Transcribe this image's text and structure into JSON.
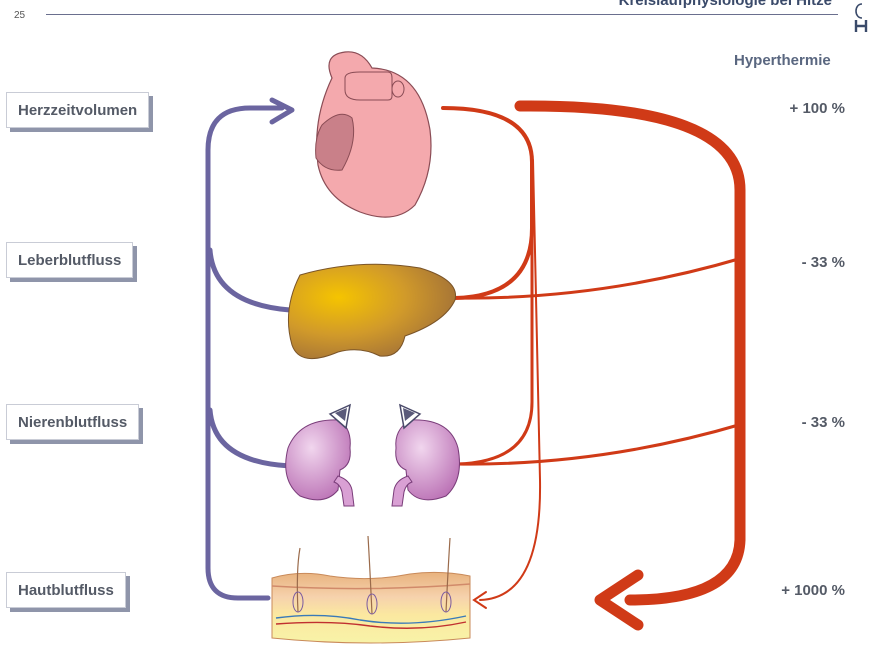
{
  "header": {
    "slide_number": "25",
    "title": "Kreislaufphysiologie bei Hitze"
  },
  "column_header": "Hyperthermie",
  "rows": [
    {
      "label": "Herzzeitvolumen",
      "value": "+ 100 %"
    },
    {
      "label": "Leberblutfluss",
      "value": "- 33 %"
    },
    {
      "label": "Nierenblutfluss",
      "value": "- 33 %"
    },
    {
      "label": "Hautblutfluss",
      "value": "+ 1000 %"
    }
  ],
  "colors": {
    "venous": "#6b65a0",
    "arterial": "#d03a17",
    "heart": "#f4a9ad",
    "liver": "#b07a3a",
    "kidney": "#c88fc4",
    "skin": "#f2c49a"
  }
}
